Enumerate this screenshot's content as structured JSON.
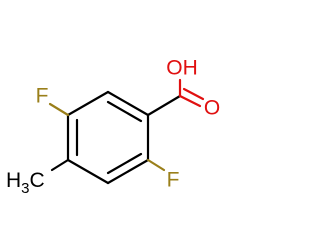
{
  "molecule": {
    "atoms": {
      "hydroxyl": "OH",
      "carbonyl_oxygen": "O",
      "fluorine_top": "F",
      "fluorine_bottom": "F",
      "methyl_carbon": "H",
      "methyl_subscript": "3",
      "methyl_suffix": "C"
    },
    "colors": {
      "oxygen": "#e01010",
      "fluorine": "#9a7f1a",
      "carbon": "#000000"
    }
  }
}
